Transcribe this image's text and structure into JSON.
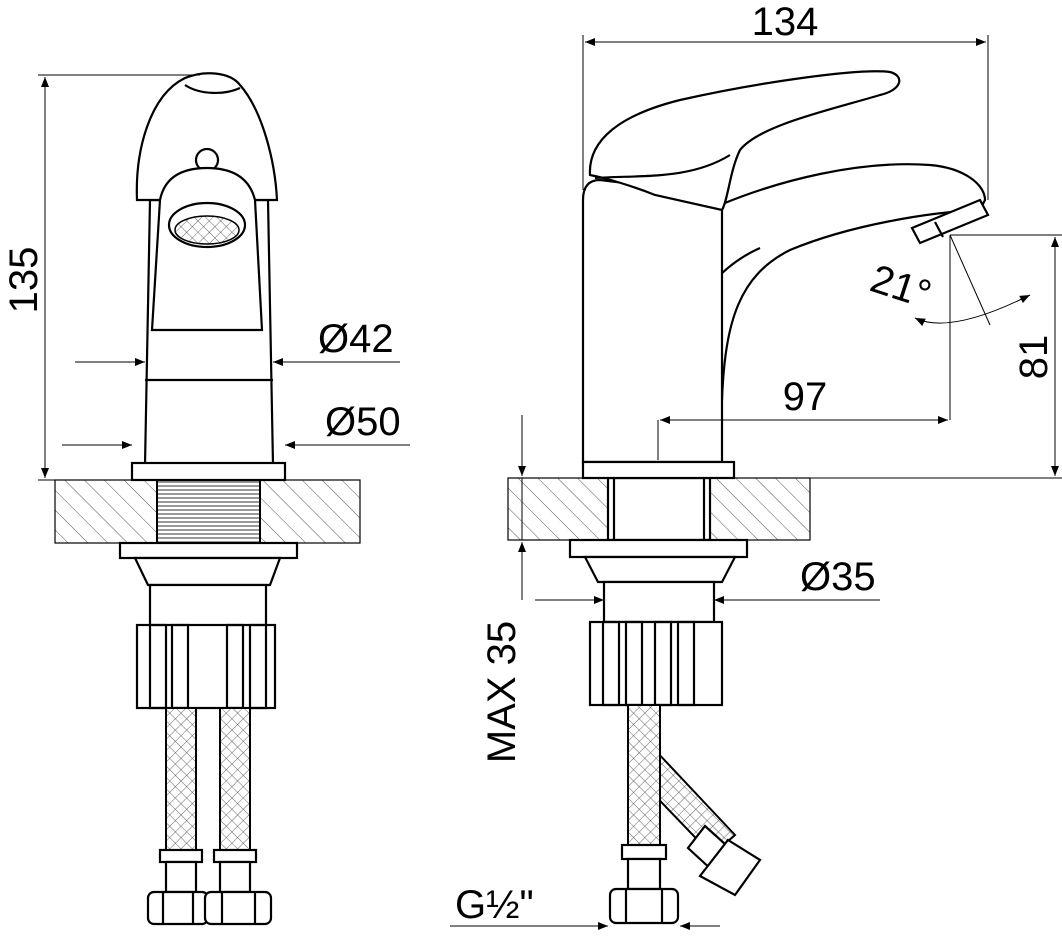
{
  "drawing": {
    "front_view": {
      "height_label": "135",
      "diameter_body_label": "Ø42",
      "diameter_base_label": "Ø50"
    },
    "side_view": {
      "length_label": "134",
      "angle_label": "21°",
      "spout_height_label": "81",
      "spout_reach_label": "97",
      "mount_diameter_label": "Ø35",
      "max_thickness_label": "MAX 35",
      "thread_label": "G½\""
    }
  }
}
